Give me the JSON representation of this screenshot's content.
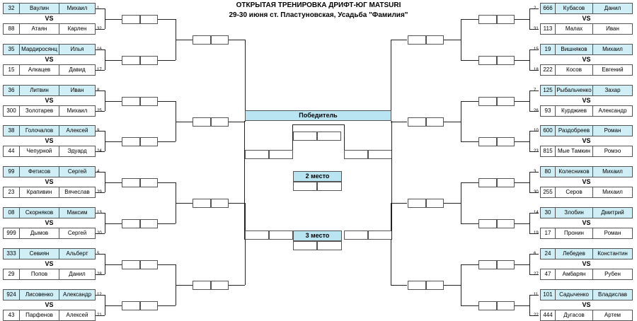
{
  "header": {
    "title": "ОТКРЫТАЯ ТРЕНИРОВКА ДРИФТ-ЮГ MATSURI",
    "subtitle": "29-30 июня ст. Пластуновская, Усадьба \"Фамилия\""
  },
  "vs_label": "VS",
  "labels": {
    "winner": "Победитель",
    "second": "2 место",
    "third": "3 место"
  },
  "left_matches": [
    {
      "a": {
        "num": "32",
        "surname": "Ваулин",
        "name": "Михаил",
        "seed": "1"
      },
      "b": {
        "num": "88",
        "surname": "Атаян",
        "name": "Карлен",
        "seed": "32"
      }
    },
    {
      "a": {
        "num": "35",
        "surname": "Мардиросянц",
        "name": "Илья",
        "seed": "16"
      },
      "b": {
        "num": "15",
        "surname": "Алкацев",
        "name": "Давид",
        "seed": "17"
      }
    },
    {
      "a": {
        "num": "36",
        "surname": "Литвин",
        "name": "Иван",
        "seed": "8"
      },
      "b": {
        "num": "300",
        "surname": "Золотарев",
        "name": "Михаил",
        "seed": "25"
      }
    },
    {
      "a": {
        "num": "38",
        "surname": "Голочалов",
        "name": "Алексей",
        "seed": "9"
      },
      "b": {
        "num": "44",
        "surname": "Чепурной",
        "name": "Эдуард",
        "seed": "24"
      }
    },
    {
      "a": {
        "num": "99",
        "surname": "Фетисов",
        "name": "Сергей",
        "seed": "4"
      },
      "b": {
        "num": "23",
        "surname": "Крапивин",
        "name": "Вячеслав",
        "seed": "29"
      }
    },
    {
      "a": {
        "num": "08",
        "surname": "Скорняков",
        "name": "Максим",
        "seed": "13"
      },
      "b": {
        "num": "999",
        "surname": "Дымов",
        "name": "Сергей",
        "seed": "20"
      }
    },
    {
      "a": {
        "num": "333",
        "surname": "Севиян",
        "name": "Альберт",
        "seed": "5"
      },
      "b": {
        "num": "29",
        "surname": "Попов",
        "name": "Данил",
        "seed": "28"
      }
    },
    {
      "a": {
        "num": "924",
        "surname": "Лисовенко",
        "name": "Александр",
        "seed": "12"
      },
      "b": {
        "num": "43",
        "surname": "Парфенов",
        "name": "Алексей",
        "seed": "21"
      }
    }
  ],
  "right_matches": [
    {
      "a": {
        "num": "666",
        "surname": "Кубасов",
        "name": "Данил",
        "seed": "2"
      },
      "b": {
        "num": "113",
        "surname": "Малах",
        "name": "Иван",
        "seed": "31"
      }
    },
    {
      "a": {
        "num": "19",
        "surname": "Вишняков",
        "name": "Михаил",
        "seed": "15"
      },
      "b": {
        "num": "222",
        "surname": "Косов",
        "name": "Евгений",
        "seed": "18"
      }
    },
    {
      "a": {
        "num": "125",
        "surname": "Рыбальченко",
        "name": "Захар",
        "seed": "7"
      },
      "b": {
        "num": "93",
        "surname": "Курджиев",
        "name": "Александр",
        "seed": "26"
      }
    },
    {
      "a": {
        "num": "600",
        "surname": "Раздобреев",
        "name": "Роман",
        "seed": "10"
      },
      "b": {
        "num": "815",
        "surname": "Мые Тамкин",
        "name": "Ромэо",
        "seed": "23"
      }
    },
    {
      "a": {
        "num": "80",
        "surname": "Колесников",
        "name": "Михаил",
        "seed": "3"
      },
      "b": {
        "num": "255",
        "surname": "Серов",
        "name": "Михаил",
        "seed": "30"
      }
    },
    {
      "a": {
        "num": "30",
        "surname": "Злобин",
        "name": "Дмитрий",
        "seed": "14"
      },
      "b": {
        "num": "17",
        "surname": "Пронин",
        "name": "Роман",
        "seed": "19"
      }
    },
    {
      "a": {
        "num": "24",
        "surname": "Лебедев",
        "name": "Константин",
        "seed": "6"
      },
      "b": {
        "num": "47",
        "surname": "Амбарян",
        "name": "Рубен",
        "seed": "27"
      }
    },
    {
      "a": {
        "num": "101",
        "surname": "Садыченко",
        "name": "Владислав",
        "seed": "11"
      },
      "b": {
        "num": "444",
        "surname": "Дугасов",
        "name": "Артем",
        "seed": "22"
      }
    }
  ]
}
